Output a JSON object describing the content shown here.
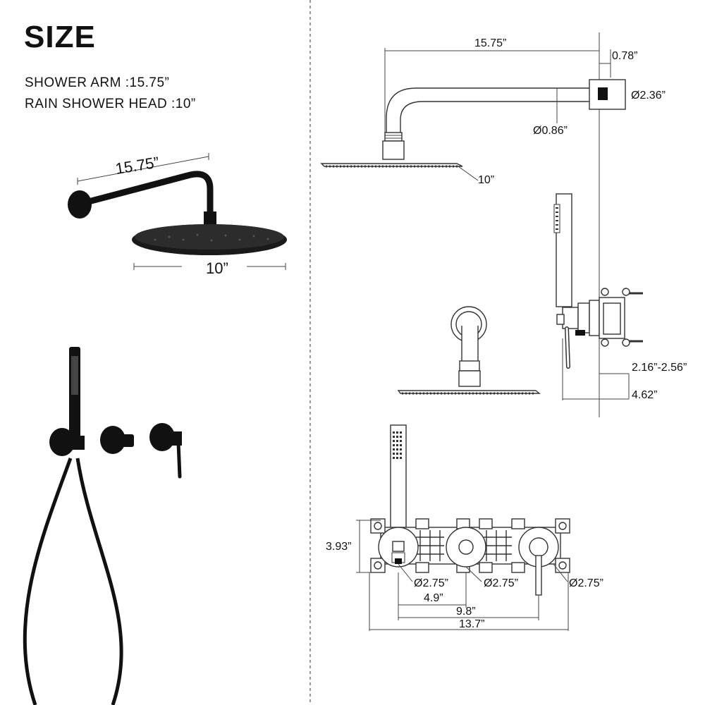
{
  "heading": "SIZE",
  "specs": {
    "arm": "SHOWER ARM :15.75”",
    "head": "RAIN SHOWER HEAD :10”"
  },
  "photo_labels": {
    "arm_length": "15.75”",
    "head_diameter": "10”"
  },
  "side_view": {
    "arm_length": "15.75”",
    "flange_depth": "0.78”",
    "flange_diameter": "Ø2.36”",
    "arm_diameter": "Ø0.86”",
    "head_diameter": "10”"
  },
  "valve_side": {
    "depth_range": "2.16”-2.56”",
    "total_depth": "4.62”"
  },
  "front_view": {
    "height": "3.93”",
    "plate1": "Ø2.75”",
    "plate2": "Ø2.75”",
    "plate3": "Ø2.75”",
    "span1": "4.9”",
    "span2": "9.8”",
    "span3": "13.7”"
  },
  "colors": {
    "product": "#111111",
    "lines": "#444444",
    "divider": "#555555"
  }
}
